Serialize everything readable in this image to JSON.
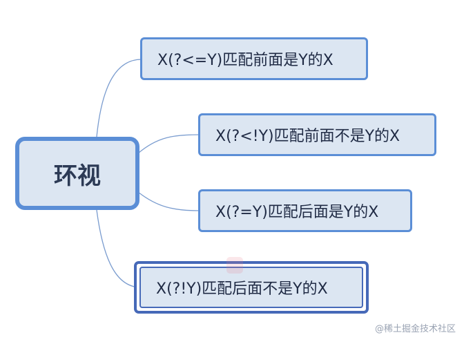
{
  "diagram": {
    "root": {
      "label": "环视"
    },
    "branches": [
      {
        "label": "X(?<=Y)匹配前面是Y的X"
      },
      {
        "label": "X(?<!Y)匹配前面不是Y的X"
      },
      {
        "label": "X(?=Y)匹配后面是Y的X"
      },
      {
        "label": "X(?!Y)匹配后面不是Y的X",
        "selected": true
      }
    ]
  },
  "watermark": {
    "text": "@稀土掘金技术社区"
  },
  "colors": {
    "node_fill": "#dce6f2",
    "node_border": "#5b8ed6",
    "selected_border": "#4669b8",
    "connector": "#7a9ccf",
    "text": "#1f2a44"
  }
}
